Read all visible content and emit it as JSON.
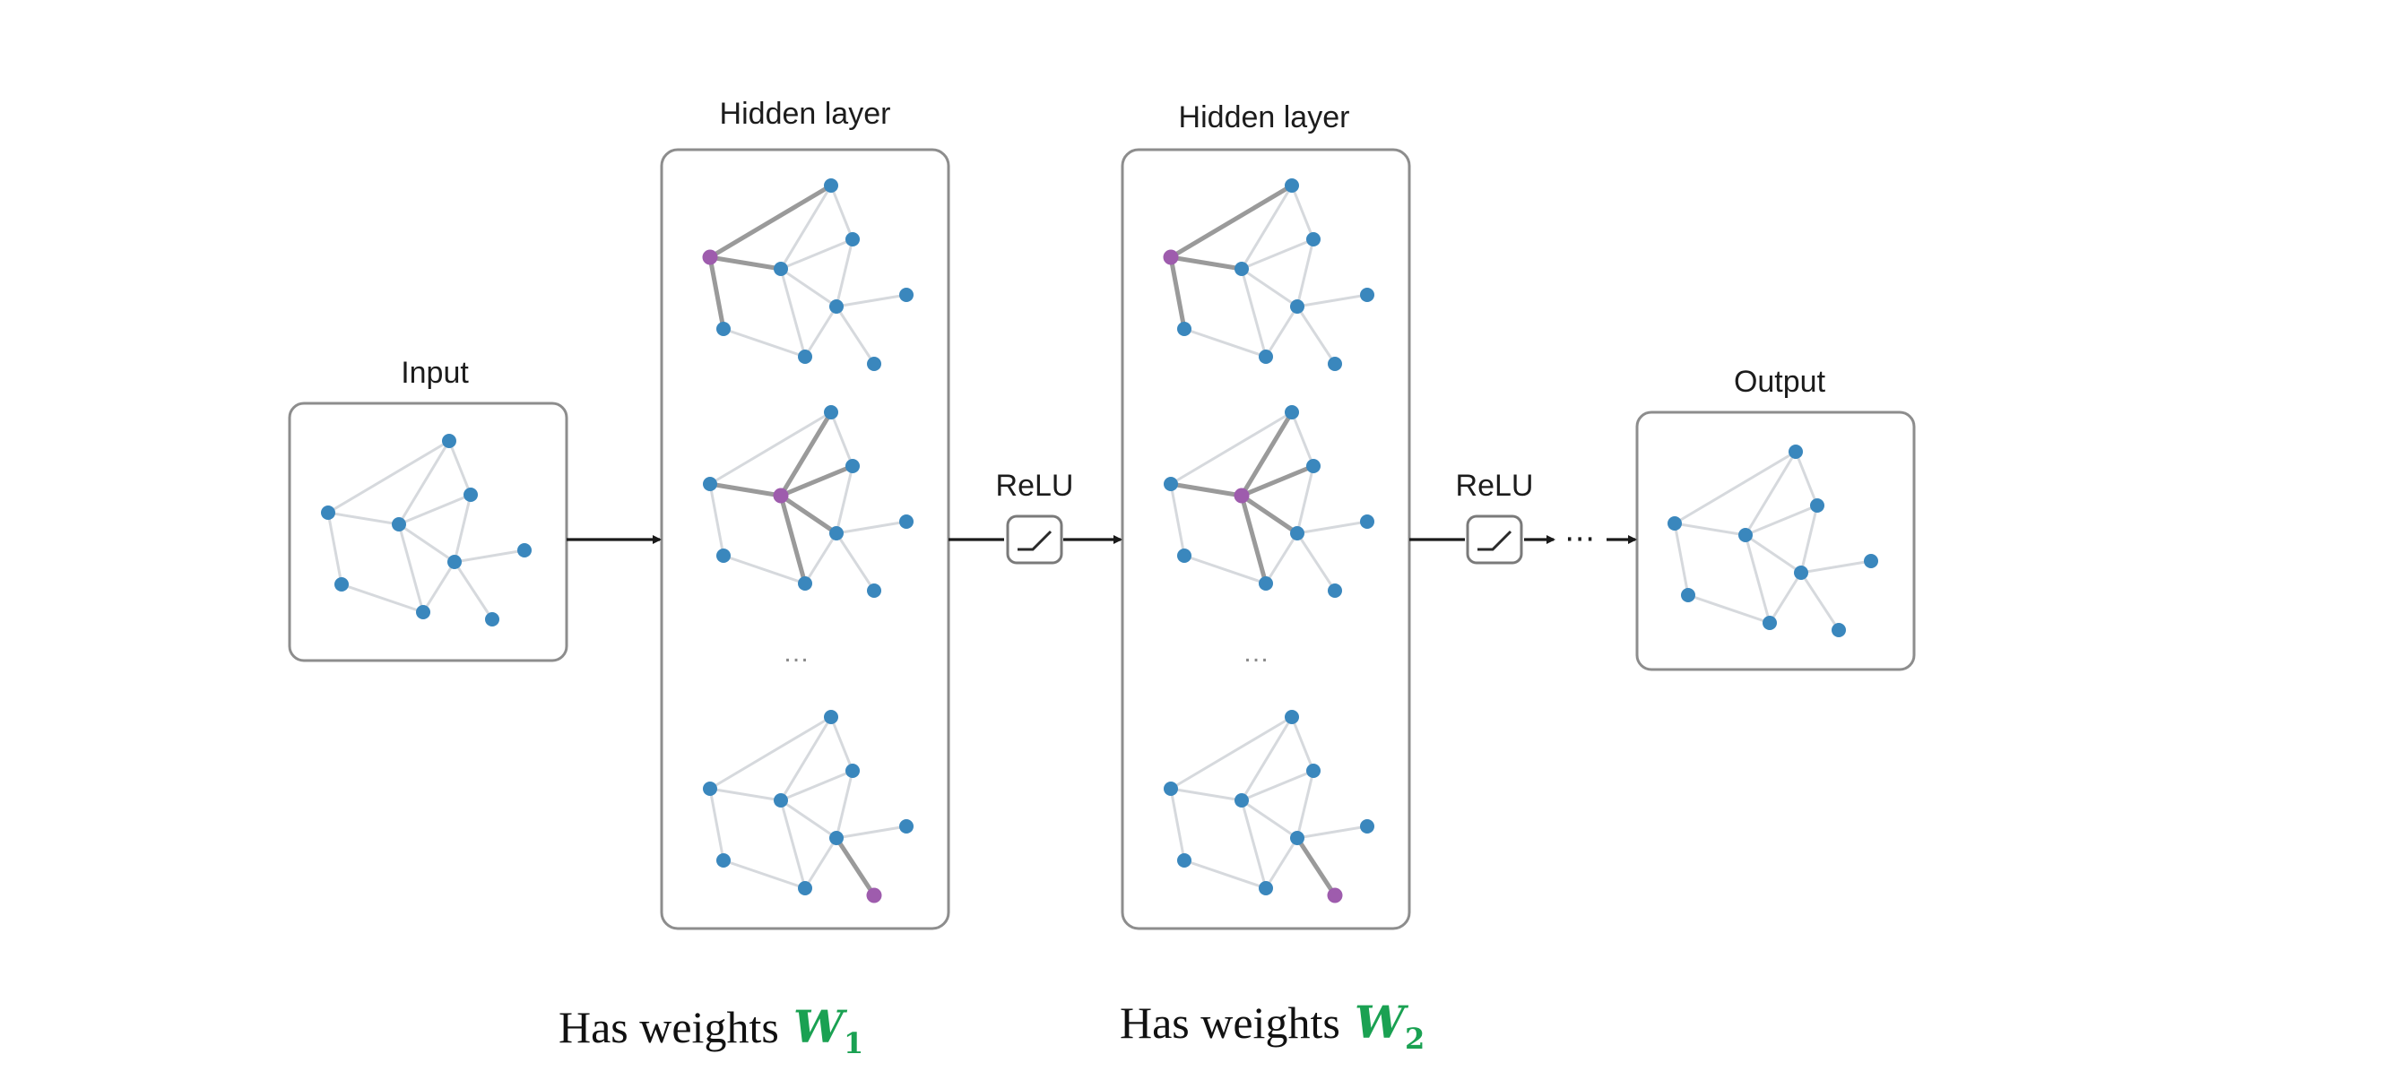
{
  "labels": {
    "input": "Input",
    "hidden1": "Hidden layer",
    "hidden2": "Hidden layer",
    "output": "Output",
    "relu1": "ReLU",
    "relu2": "ReLU",
    "ellipsis_inner1": "…",
    "ellipsis_inner2": "…",
    "ellipsis_outer": "⋯"
  },
  "weights": [
    {
      "text": "Has weights",
      "symbol": "W",
      "subscript": "1"
    },
    {
      "text": "Has weights",
      "symbol": "W",
      "subscript": "2"
    }
  ],
  "colors": {
    "node": "#3a87bd",
    "highlight_node": "#9e5cad",
    "weights_symbol": "#1aa152",
    "panel_border": "#8d8d8d"
  }
}
